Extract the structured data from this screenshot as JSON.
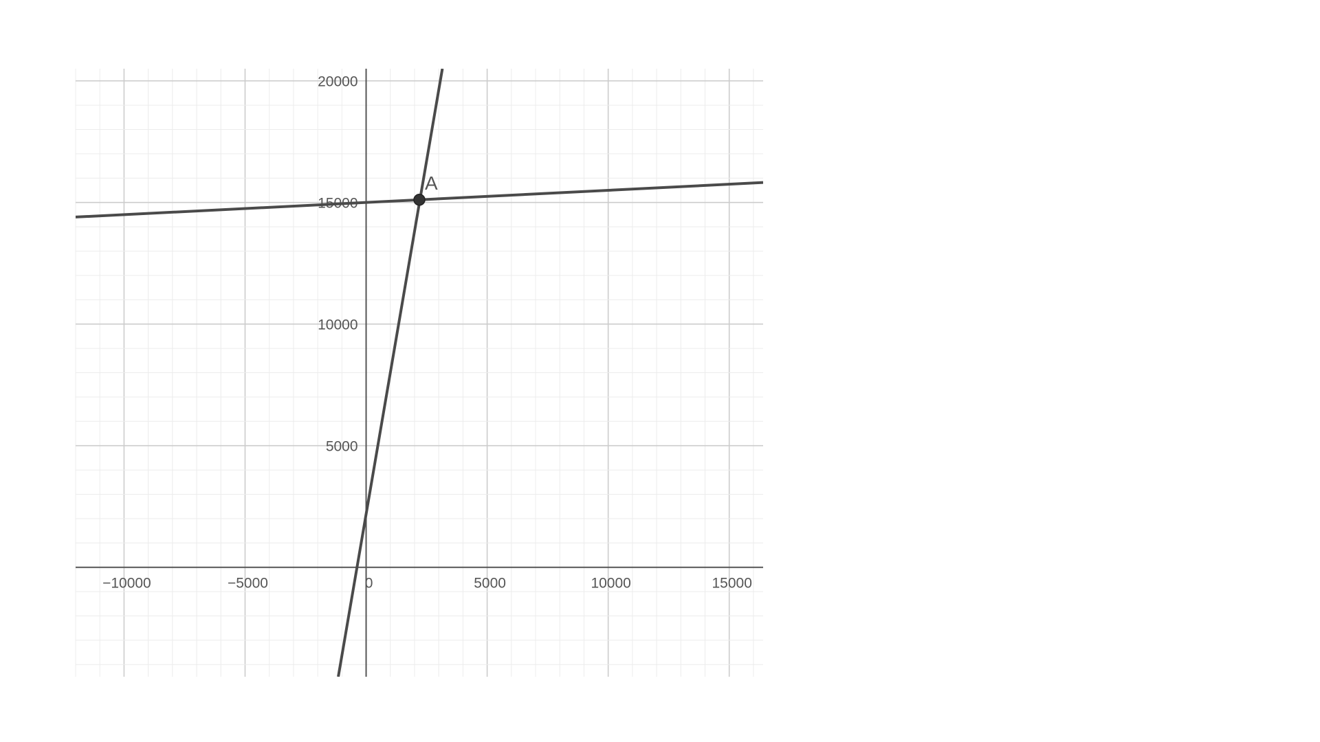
{
  "chart_data": {
    "type": "line",
    "title": "",
    "xlabel": "",
    "ylabel": "",
    "xlim": [
      -12000,
      16400
    ],
    "ylim": [
      -4500,
      20500
    ],
    "grid": true,
    "x_ticks": [
      {
        "value": -10000,
        "label": "−10000"
      },
      {
        "value": -5000,
        "label": "−5000"
      },
      {
        "value": 0,
        "label": "0"
      },
      {
        "value": 5000,
        "label": "5000"
      },
      {
        "value": 10000,
        "label": "10000"
      },
      {
        "value": 15000,
        "label": "15000"
      }
    ],
    "y_ticks": [
      {
        "value": 5000,
        "label": "5000"
      },
      {
        "value": 10000,
        "label": "10000"
      },
      {
        "value": 15000,
        "label": "15000"
      },
      {
        "value": 20000,
        "label": "20000"
      }
    ],
    "series": [
      {
        "values": [
          {
            "x": -12000,
            "y": 14400
          },
          {
            "x": 16400,
            "y": 15820
          }
        ]
      },
      {
        "values": [
          {
            "x": -1150,
            "y": -4500
          },
          {
            "x": 3150,
            "y": 20500
          }
        ]
      }
    ],
    "points": [
      {
        "label": "A",
        "x": 2200,
        "y": 15110
      }
    ],
    "colors": {
      "line": "#4a4a4a",
      "point": "#333333",
      "major_grid": "#cccccc",
      "minor_grid": "#ececec",
      "axis": "#555555"
    }
  }
}
